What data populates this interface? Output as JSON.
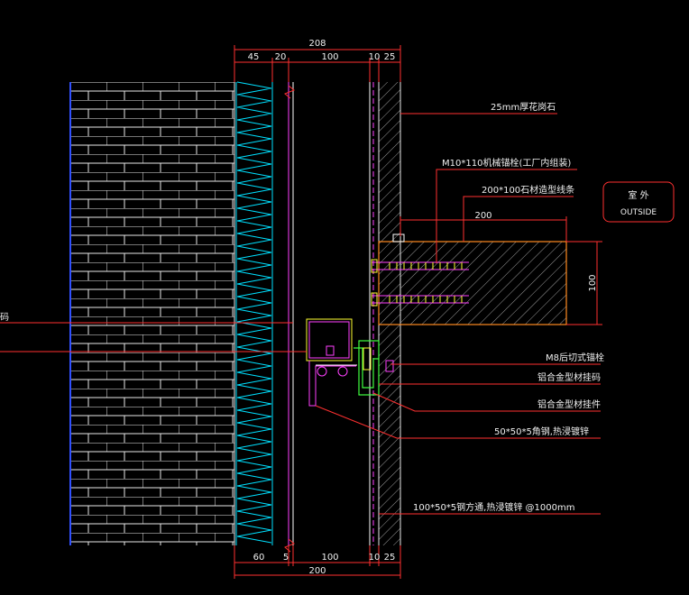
{
  "top_dims": {
    "total": "208",
    "seg1": "45",
    "seg2": "20",
    "seg3": "100",
    "seg4": "10",
    "seg5": "25"
  },
  "bottom_dims": {
    "total": "200",
    "seg1": "60",
    "seg2": "5",
    "seg3": "100",
    "seg4": "10",
    "seg5": "25"
  },
  "ledge_dims": {
    "width": "200",
    "height": "100"
  },
  "labels": {
    "stone": "25mm厚花岗石",
    "anchor_bolt": "M10*110机械锚栓(工厂内组装)",
    "stone_line": "200*100石材造型线条",
    "m8_bolt": "M8后切式锚栓",
    "alu_hanger": "铝合金型材挂码",
    "alu_pendant": "铝合金型材挂件",
    "angle_steel": "50*50*5角钢,热浸镀锌",
    "square_tube": "100*50*5钢方通,热浸镀锌 @1000mm",
    "left_cut": "码"
  },
  "outside_box": {
    "cn": "室 外",
    "en": "OUTSIDE"
  },
  "colors": {
    "background": "#000000",
    "dim_red": "#ff2020",
    "brick": "#e8e8e8",
    "insulation": "#00e0ff",
    "hatch": "#d0d0d0",
    "magenta": "#ff40ff",
    "ledge": "#ff8a20",
    "green": "#40ff40",
    "yellow": "#ffff30",
    "frame_blue": "#3050ff"
  }
}
